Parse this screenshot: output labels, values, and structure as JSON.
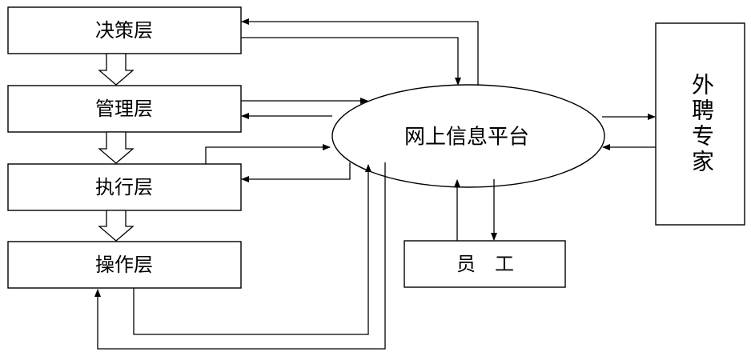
{
  "layers": [
    {
      "id": "decision",
      "label": "决策层"
    },
    {
      "id": "management",
      "label": "管理层"
    },
    {
      "id": "execution",
      "label": "执行层"
    },
    {
      "id": "operation",
      "label": "操作层"
    }
  ],
  "platform": {
    "label": "网上信息平台"
  },
  "employee": {
    "label": "员　工"
  },
  "experts": {
    "label": "外聘专家"
  }
}
